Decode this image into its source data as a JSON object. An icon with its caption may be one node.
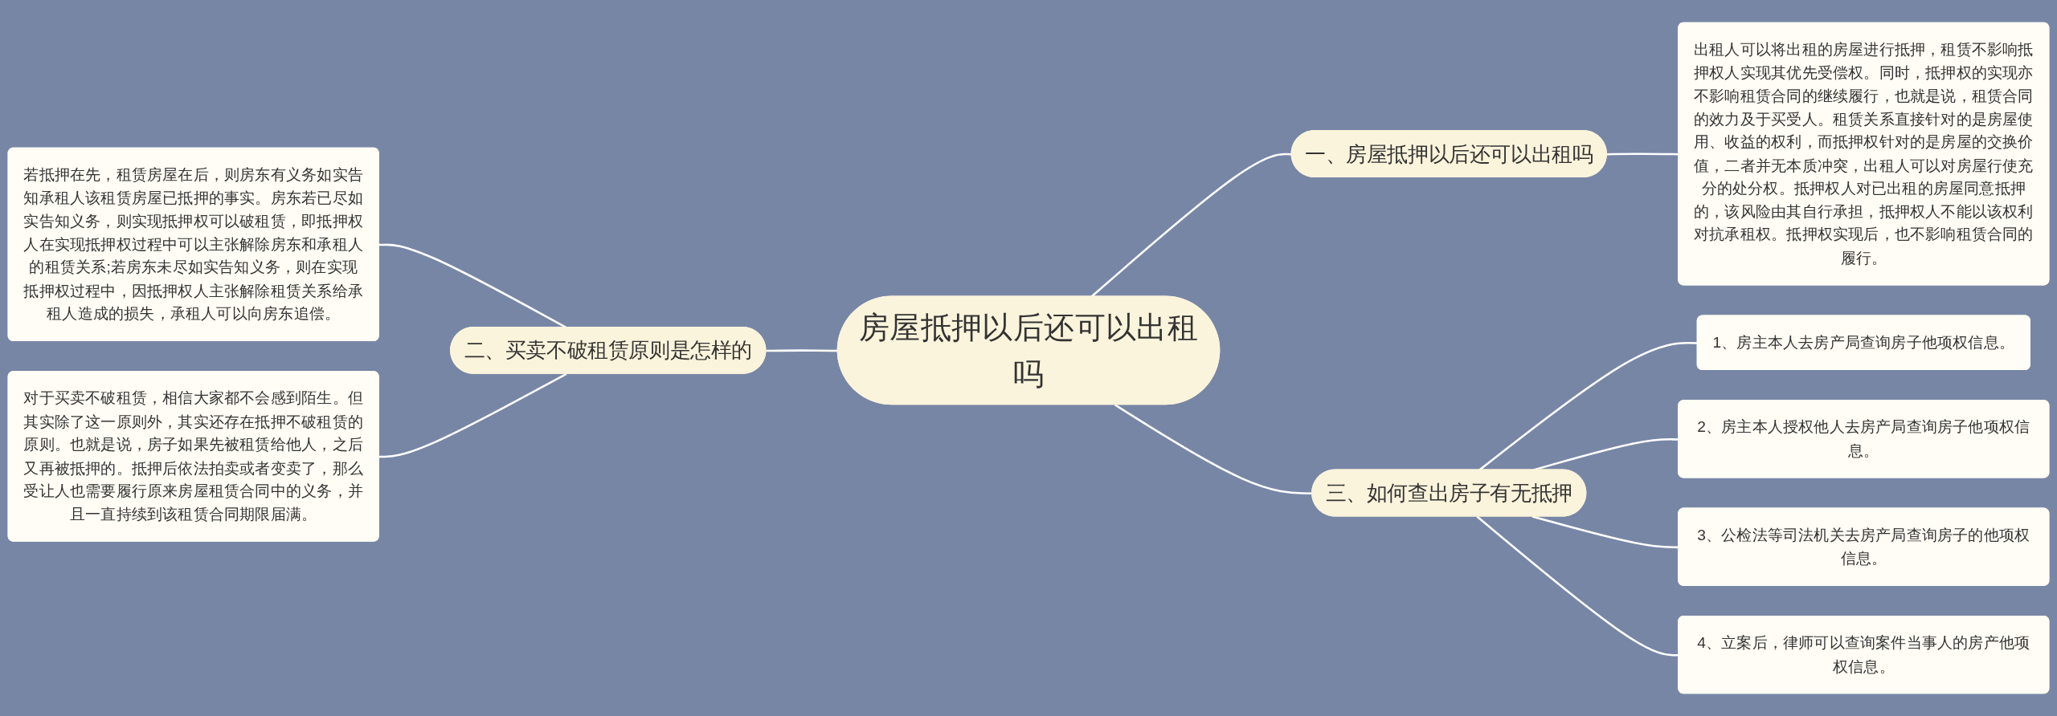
{
  "diagram": {
    "nodes": [
      {
        "text": [
          "房屋抵押以后还可以出租吗"
        ]
      },
      {
        "text": [
          "一、房屋抵押以后还可以出租吗"
        ]
      },
      {
        "text": [
          "出租人可以将出租的房屋进行抵押，租赁不影响抵押权人实现其优先受偿权。同时，抵押权的实现亦不影响租赁合同的继续履行，也就是说，租赁合同的效力及于买受人。租赁关系直接针对的是房屋使用、收益的权利，而抵押权针对的是房屋的交换价值，二者并无本质冲突，出租人可以对房屋行使充分的处分权。抵押权人对已出租的房屋同意抵押的，该风险由其自行承担，抵押权人不能以该权利对抗承租权。抵押权实现后，也不影响租赁合同的履行。"
        ]
      },
      {
        "text": [
          "二、买卖不破租赁原则是怎样的"
        ]
      },
      {
        "text": [
          "若抵押在先，租赁房屋在后，则房东有义务如实告知承租人该租赁房屋已抵押的事实。房东若已尽如实告知义务，则实现抵押权可以破租赁，即抵押权人在实现抵押权过程中可以主张解除房东和承租人的租赁关系;若房东未尽如实告知义务，则在实现抵押权过程中，因抵押权人主张解除租赁关系给承租人造成的损失，承租人可以向房东追偿。"
        ]
      },
      {
        "text": [
          "对于买卖不破租赁，相信大家都不会感到陌生。但其实除了这一原则外，其实还存在抵押不破租赁的原则。也就是说，房子如果先被租赁给他人，之后又再被抵押的。抵押后依法拍卖或者变卖了，那么受让人也需要履行原来房屋租赁合同中的义务，并且一直持续到该租赁合同期限届满。"
        ]
      },
      {
        "text": [
          "三、如何查出房子有无抵押"
        ]
      },
      {
        "text": [
          "1、房主本人去房产局查询房子他项权信息。"
        ]
      },
      {
        "text": [
          "2、房主本人授权他人去房产局查询房子他项权信息。"
        ]
      },
      {
        "text": [
          "3、公检法等司法机关去房产局查询房子的他项权信息。"
        ]
      },
      {
        "text": [
          "4、立案后，律师可以查询案件当事人的房产他项权信息。"
        ]
      }
    ],
    "edges": [
      {
        "from": 0,
        "to": 1,
        "arrow": "none"
      },
      {
        "from": 1,
        "to": 2,
        "arrow": "none"
      },
      {
        "from": 3,
        "to": 0,
        "arrow": "none"
      },
      {
        "from": 4,
        "to": 3,
        "arrow": "none"
      },
      {
        "from": 5,
        "to": 3,
        "arrow": "none"
      },
      {
        "from": 0,
        "to": 6,
        "arrow": "none"
      },
      {
        "from": 6,
        "to": 7,
        "arrow": "none"
      },
      {
        "from": 6,
        "to": 8,
        "arrow": "none"
      },
      {
        "from": 6,
        "to": 9,
        "arrow": "none"
      },
      {
        "from": 6,
        "to": 10,
        "arrow": "none"
      }
    ]
  }
}
